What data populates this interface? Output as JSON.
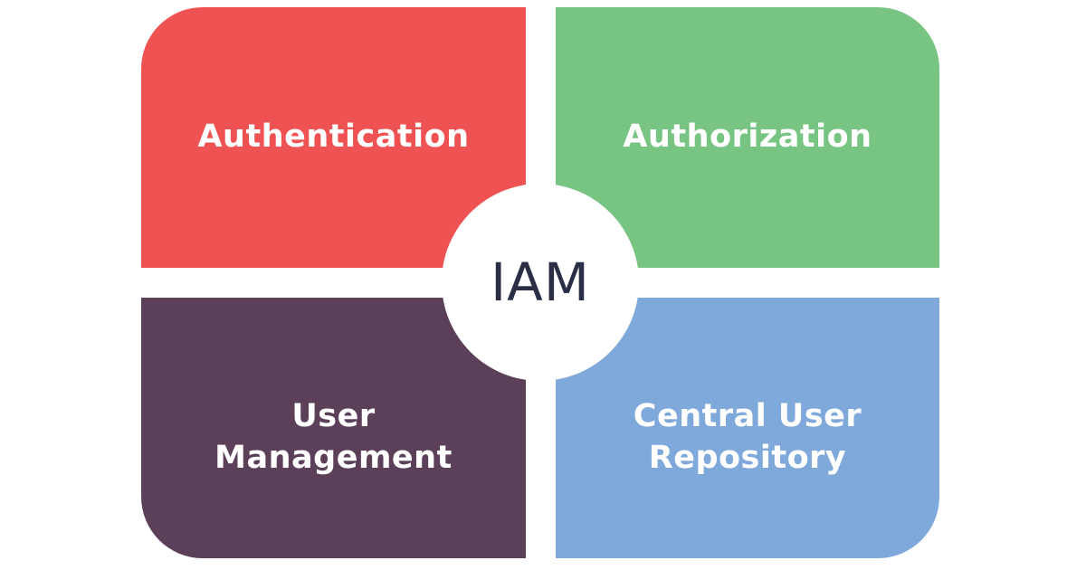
{
  "diagram": {
    "center": {
      "label": "IAM"
    },
    "quadrants": [
      {
        "id": "authentication",
        "label": "Authentication",
        "color": "#ef5253"
      },
      {
        "id": "authorization",
        "label": "Authorization",
        "color": "#78c583"
      },
      {
        "id": "user-management",
        "label": "User\nManagement",
        "color": "#5c4059"
      },
      {
        "id": "central-user-repository",
        "label": "Central User\nRepository",
        "color": "#80a9db"
      }
    ]
  }
}
